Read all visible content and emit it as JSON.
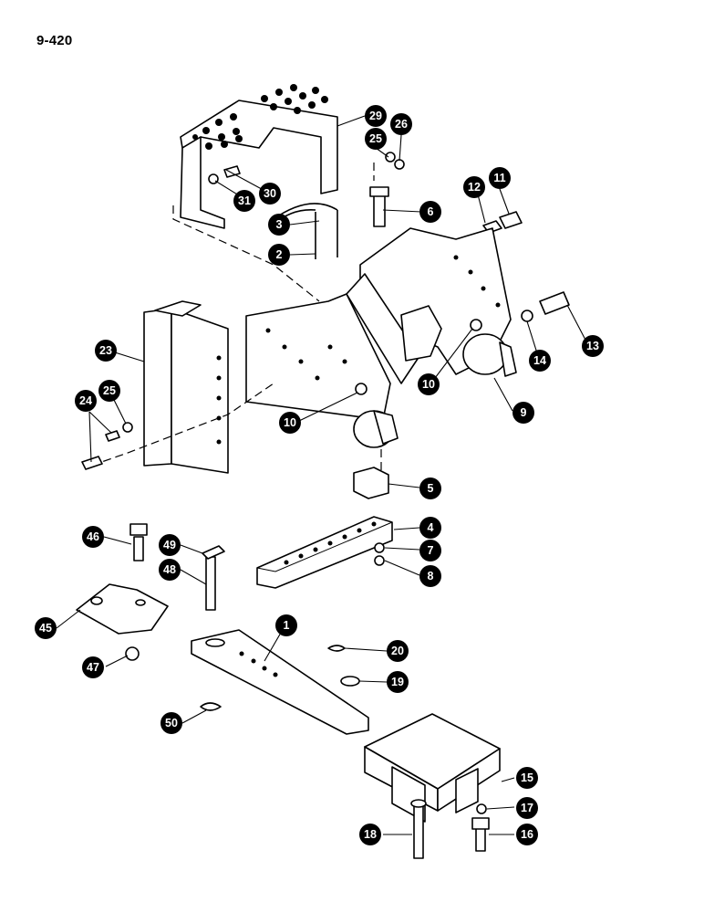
{
  "page_label": "9-420",
  "callouts": [
    {
      "id": "29",
      "label": "29"
    },
    {
      "id": "26",
      "label": "26"
    },
    {
      "id": "25a",
      "label": "25"
    },
    {
      "id": "11",
      "label": "11"
    },
    {
      "id": "12",
      "label": "12"
    },
    {
      "id": "30",
      "label": "30"
    },
    {
      "id": "31",
      "label": "31"
    },
    {
      "id": "6",
      "label": "6"
    },
    {
      "id": "3",
      "label": "3"
    },
    {
      "id": "2",
      "label": "2"
    },
    {
      "id": "13",
      "label": "13"
    },
    {
      "id": "14",
      "label": "14"
    },
    {
      "id": "23",
      "label": "23"
    },
    {
      "id": "10a",
      "label": "10"
    },
    {
      "id": "9",
      "label": "9"
    },
    {
      "id": "24",
      "label": "24"
    },
    {
      "id": "25b",
      "label": "25"
    },
    {
      "id": "10b",
      "label": "10"
    },
    {
      "id": "5",
      "label": "5"
    },
    {
      "id": "4",
      "label": "4"
    },
    {
      "id": "7",
      "label": "7"
    },
    {
      "id": "8",
      "label": "8"
    },
    {
      "id": "46",
      "label": "46"
    },
    {
      "id": "49",
      "label": "49"
    },
    {
      "id": "48",
      "label": "48"
    },
    {
      "id": "45",
      "label": "45"
    },
    {
      "id": "1",
      "label": "1"
    },
    {
      "id": "20",
      "label": "20"
    },
    {
      "id": "47",
      "label": "47"
    },
    {
      "id": "19",
      "label": "19"
    },
    {
      "id": "50",
      "label": "50"
    },
    {
      "id": "15",
      "label": "15"
    },
    {
      "id": "17",
      "label": "17"
    },
    {
      "id": "18",
      "label": "18"
    },
    {
      "id": "16",
      "label": "16"
    }
  ]
}
